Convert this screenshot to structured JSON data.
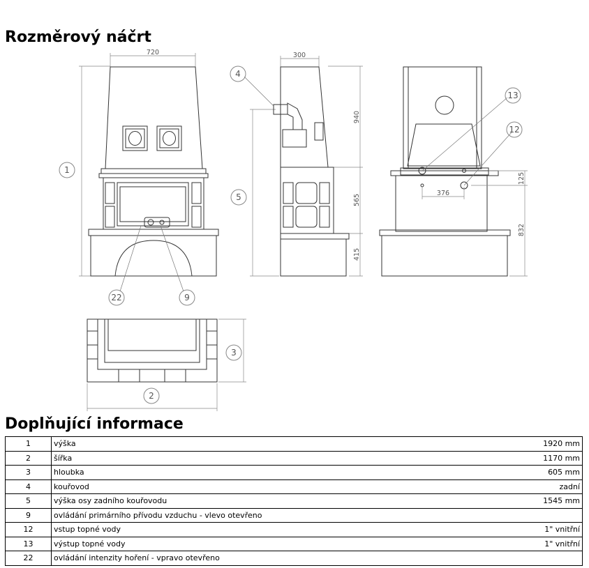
{
  "section1_title": "Rozměrový náčrt",
  "section2_title": "Doplňující informace",
  "dimensions": {
    "front_width": "720",
    "side_depth": "300",
    "side_top": "940",
    "side_mid": "565",
    "side_bottom": "415",
    "back_125": "125",
    "back_376": "376",
    "back_832": "832"
  },
  "callouts": {
    "c1": "1",
    "c2": "2",
    "c3": "3",
    "c4": "4",
    "c5": "5",
    "c9": "9",
    "c12": "12",
    "c13": "13",
    "c22": "22"
  },
  "rows": [
    {
      "num": "1",
      "label": "výška",
      "value": "1920 mm"
    },
    {
      "num": "2",
      "label": "šířka",
      "value": "1170 mm"
    },
    {
      "num": "3",
      "label": "hloubka",
      "value": "605 mm"
    },
    {
      "num": "4",
      "label": "kouřovod",
      "value": "zadní"
    },
    {
      "num": "5",
      "label": "výška osy zadního kouřovodu",
      "value": "1545 mm"
    },
    {
      "num": "9",
      "label": "ovládání primárního přívodu vzduchu - vlevo otevřeno",
      "value": ""
    },
    {
      "num": "12",
      "label": "vstup topné vody",
      "value": "1\" vnitřní"
    },
    {
      "num": "13",
      "label": "výstup topné vody",
      "value": "1\" vnitřní"
    },
    {
      "num": "22",
      "label": "ovládání intenzity hoření - vpravo otevřeno",
      "value": ""
    }
  ]
}
